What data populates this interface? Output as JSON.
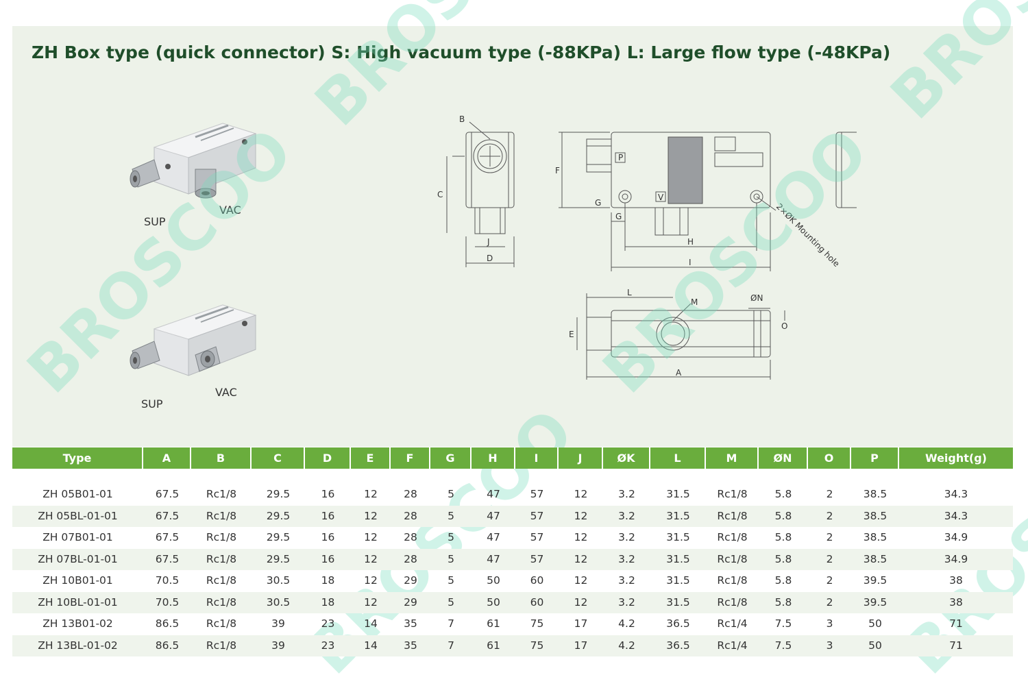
{
  "title": "ZH Box type (quick connector) S: High vacuum type (-88KPa) L: Large flow type (-48KPa)",
  "products": [
    {
      "sup_label": "SUP",
      "vac_label": "VAC"
    },
    {
      "sup_label": "SUP",
      "vac_label": "VAC"
    }
  ],
  "drawing": {
    "labels": {
      "B": "B",
      "C": "C",
      "J": "J",
      "D": "D",
      "F": "F",
      "P_port": "P",
      "V_port": "V",
      "G1": "G",
      "G2": "G",
      "H": "H",
      "I": "I",
      "P": "P",
      "mounting": "2×ØK Mounting hole",
      "L": "L",
      "M": "M",
      "N": "ØN",
      "O": "O",
      "E": "E",
      "A": "A"
    }
  },
  "watermark": "BROSCOO",
  "table": {
    "columns": [
      "Type",
      "A",
      "B",
      "C",
      "D",
      "E",
      "F",
      "G",
      "H",
      "I",
      "J",
      "ØK",
      "L",
      "M",
      "ØN",
      "O",
      "P",
      "Weight(g)"
    ],
    "rows": [
      [
        "ZH 05B01-01",
        "67.5",
        "Rc1/8",
        "29.5",
        "16",
        "12",
        "28",
        "5",
        "47",
        "57",
        "12",
        "3.2",
        "31.5",
        "Rc1/8",
        "5.8",
        "2",
        "38.5",
        "34.3"
      ],
      [
        "ZH 05BL-01-01",
        "67.5",
        "Rc1/8",
        "29.5",
        "16",
        "12",
        "28",
        "5",
        "47",
        "57",
        "12",
        "3.2",
        "31.5",
        "Rc1/8",
        "5.8",
        "2",
        "38.5",
        "34.3"
      ],
      [
        "ZH 07B01-01",
        "67.5",
        "Rc1/8",
        "29.5",
        "16",
        "12",
        "28",
        "5",
        "47",
        "57",
        "12",
        "3.2",
        "31.5",
        "Rc1/8",
        "5.8",
        "2",
        "38.5",
        "34.9"
      ],
      [
        "ZH 07BL-01-01",
        "67.5",
        "Rc1/8",
        "29.5",
        "16",
        "12",
        "28",
        "5",
        "47",
        "57",
        "12",
        "3.2",
        "31.5",
        "Rc1/8",
        "5.8",
        "2",
        "38.5",
        "34.9"
      ],
      [
        "ZH 10B01-01",
        "70.5",
        "Rc1/8",
        "30.5",
        "18",
        "12",
        "29",
        "5",
        "50",
        "60",
        "12",
        "3.2",
        "31.5",
        "Rc1/8",
        "5.8",
        "2",
        "39.5",
        "38"
      ],
      [
        "ZH 10BL-01-01",
        "70.5",
        "Rc1/8",
        "30.5",
        "18",
        "12",
        "29",
        "5",
        "50",
        "60",
        "12",
        "3.2",
        "31.5",
        "Rc1/8",
        "5.8",
        "2",
        "39.5",
        "38"
      ],
      [
        "ZH 13B01-02",
        "86.5",
        "Rc1/8",
        "39",
        "23",
        "14",
        "35",
        "7",
        "61",
        "75",
        "17",
        "4.2",
        "36.5",
        "Rc1/4",
        "7.5",
        "3",
        "50",
        "71"
      ],
      [
        "ZH 13BL-01-02",
        "86.5",
        "Rc1/8",
        "39",
        "23",
        "14",
        "35",
        "7",
        "61",
        "75",
        "17",
        "4.2",
        "36.5",
        "Rc1/4",
        "7.5",
        "3",
        "50",
        "71"
      ]
    ]
  },
  "colors": {
    "header_green": "#6aad3d",
    "title_green": "#1f4e2a",
    "panel_bg": "#edf2e9",
    "row_alt": "#eff4ec"
  }
}
